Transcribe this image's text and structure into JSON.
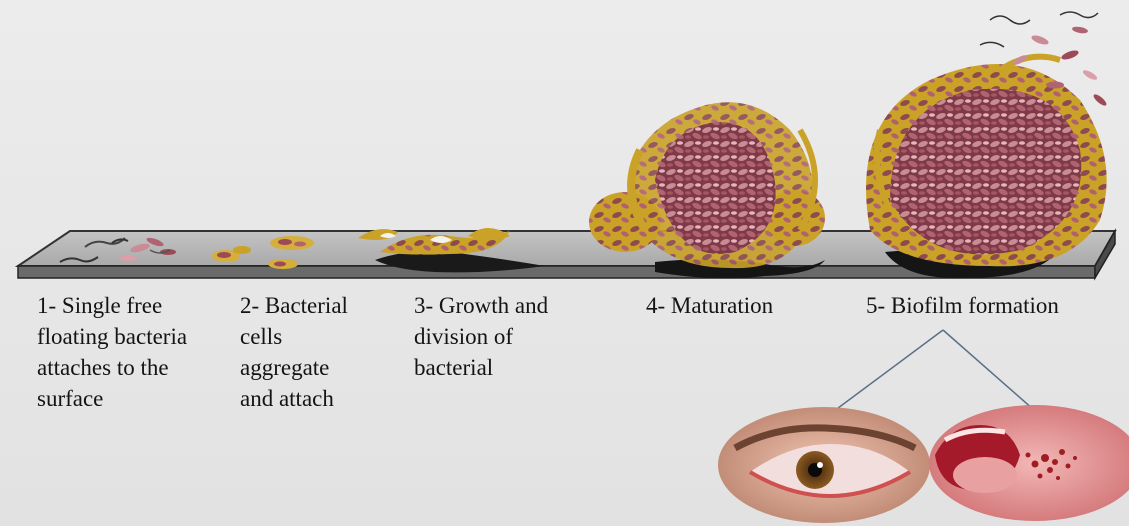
{
  "stages": [
    {
      "lines": [
        "1- Single free",
        "floating bacteria",
        "attaches to the",
        "surface"
      ]
    },
    {
      "lines": [
        "2- Bacterial",
        "cells",
        "aggregate",
        "and attach"
      ]
    },
    {
      "lines": [
        "3- Growth and",
        "division of",
        "bacterial"
      ]
    },
    {
      "lines": [
        "4- Maturation"
      ]
    },
    {
      "lines": [
        "5- Biofilm formation"
      ]
    }
  ],
  "colors": {
    "background": "#e9e9e9",
    "surface_top": "#b3b3b3",
    "surface_edge": "#3a3a3a",
    "matrix": "#c9a227",
    "bacteria": "#9c4a57",
    "bacteria_light": "#d9a0aa",
    "callout_line": "#5b6f8a"
  },
  "icons": [
    "eye-infection-photo",
    "mouth-infection-photo"
  ]
}
